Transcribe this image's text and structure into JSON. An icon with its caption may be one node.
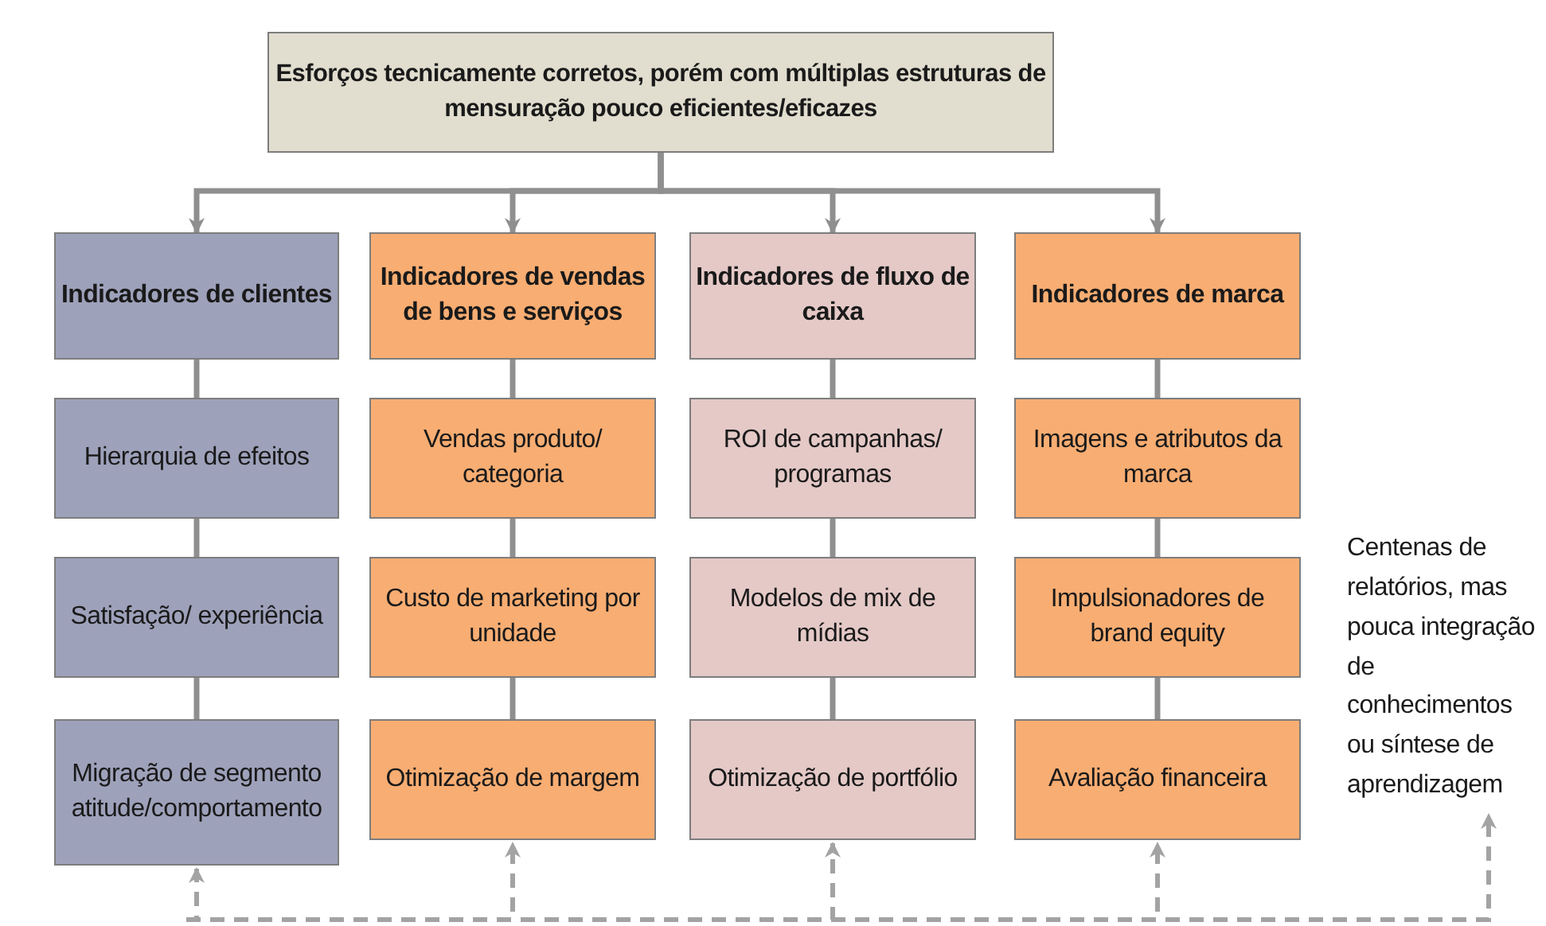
{
  "diagram": {
    "nodes": [
      {
        "text": [
          "Esforços tecnicamente corretos, porém com múltiplas estruturas de mensuração pouco eficientes/eficazes"
        ]
      },
      {
        "text": [
          "Indicadores de clientes"
        ]
      },
      {
        "text": [
          "Hierarquia de efeitos"
        ]
      },
      {
        "text": [
          "Satisfação/ experiência"
        ]
      },
      {
        "text": [
          "Migração de segmento atitude/comportamento"
        ]
      },
      {
        "text": [
          "Indicadores de vendas de bens e serviços"
        ]
      },
      {
        "text": [
          "Vendas produto/ categoria"
        ]
      },
      {
        "text": [
          "Custo de marketing por unidade"
        ]
      },
      {
        "text": [
          "Otimização de margem"
        ]
      },
      {
        "text": [
          "Indicadores de fluxo de caixa"
        ]
      },
      {
        "text": [
          "ROI de campanhas/ programas"
        ]
      },
      {
        "text": [
          "Modelos de mix de mídias"
        ]
      },
      {
        "text": [
          "Otimização de portfólio"
        ]
      },
      {
        "text": [
          "Indicadores de marca"
        ]
      },
      {
        "text": [
          "Imagens e atributos da marca"
        ]
      },
      {
        "text": [
          "Impulsionadores de brand equity"
        ]
      },
      {
        "text": [
          "Avaliação financeira"
        ]
      },
      {
        "text": [
          "Centenas de relatórios, mas pouca integração de conhecimentos ou síntese de aprendizagem"
        ]
      }
    ],
    "edges": [
      {
        "from": 0,
        "to": 1,
        "arrow": "to"
      },
      {
        "from": 0,
        "to": 5,
        "arrow": "to"
      },
      {
        "from": 0,
        "to": 9,
        "arrow": "to"
      },
      {
        "from": 0,
        "to": 13,
        "arrow": "to"
      },
      {
        "from": 1,
        "to": 2,
        "arrow": "none"
      },
      {
        "from": 2,
        "to": 3,
        "arrow": "none"
      },
      {
        "from": 3,
        "to": 4,
        "arrow": "none"
      },
      {
        "from": 5,
        "to": 6,
        "arrow": "none"
      },
      {
        "from": 6,
        "to": 7,
        "arrow": "none"
      },
      {
        "from": 7,
        "to": 8,
        "arrow": "none"
      },
      {
        "from": 9,
        "to": 10,
        "arrow": "none"
      },
      {
        "from": 10,
        "to": 11,
        "arrow": "none"
      },
      {
        "from": 11,
        "to": 12,
        "arrow": "none"
      },
      {
        "from": 13,
        "to": 14,
        "arrow": "none"
      },
      {
        "from": 14,
        "to": 15,
        "arrow": "none"
      },
      {
        "from": 15,
        "to": 16,
        "arrow": "none"
      },
      {
        "from": null,
        "to": 4,
        "arrow": "to",
        "style": "dashed",
        "color": "#a3a3a3"
      },
      {
        "from": null,
        "to": 8,
        "arrow": "to",
        "style": "dashed",
        "color": "#a3a3a3"
      },
      {
        "from": null,
        "to": 12,
        "arrow": "to",
        "style": "dashed",
        "color": "#a3a3a3"
      },
      {
        "from": null,
        "to": 16,
        "arrow": "to",
        "style": "dashed",
        "color": "#a3a3a3"
      },
      {
        "from": null,
        "to": 17,
        "arrow": "to",
        "style": "dashed",
        "color": "#a3a3a3"
      }
    ]
  }
}
